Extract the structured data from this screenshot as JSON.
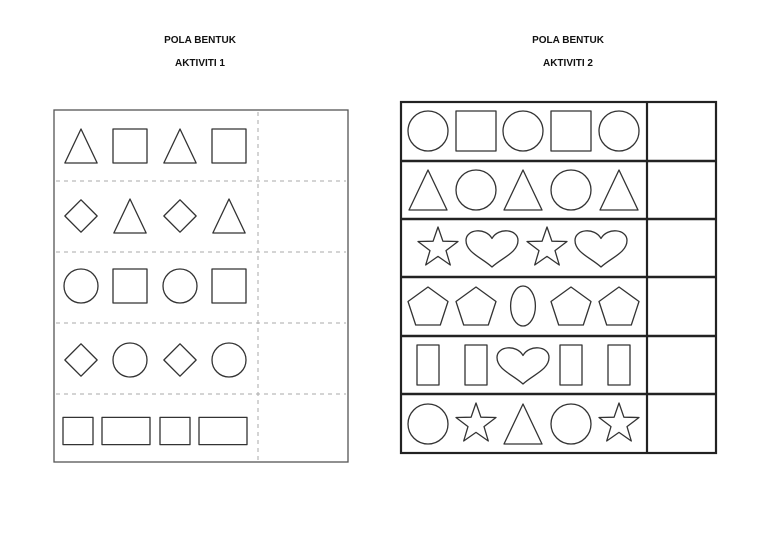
{
  "activity1": {
    "heading": "POLA BENTUK",
    "subheading": "AKTIVITI 1",
    "rows": [
      [
        "triangle",
        "square",
        "triangle",
        "square"
      ],
      [
        "diamond",
        "triangle",
        "diamond",
        "triangle"
      ],
      [
        "circle",
        "square",
        "circle",
        "square"
      ],
      [
        "diamond",
        "circle",
        "diamond",
        "circle"
      ],
      [
        "small-rect",
        "wide-rect",
        "small-rect",
        "wide-rect"
      ]
    ]
  },
  "activity2": {
    "heading": "POLA BENTUK",
    "subheading": "AKTIVITI 2",
    "rows": [
      [
        "circle",
        "square",
        "circle",
        "square",
        "circle"
      ],
      [
        "triangle",
        "circle",
        "triangle",
        "circle",
        "triangle"
      ],
      [
        "star",
        "heart",
        "star",
        "heart"
      ],
      [
        "pentagon",
        "pentagon",
        "oval",
        "pentagon",
        "pentagon"
      ],
      [
        "tall-rect",
        "tall-rect",
        "heart",
        "tall-rect",
        "tall-rect"
      ],
      [
        "circle",
        "star",
        "triangle",
        "circle",
        "star"
      ]
    ]
  }
}
